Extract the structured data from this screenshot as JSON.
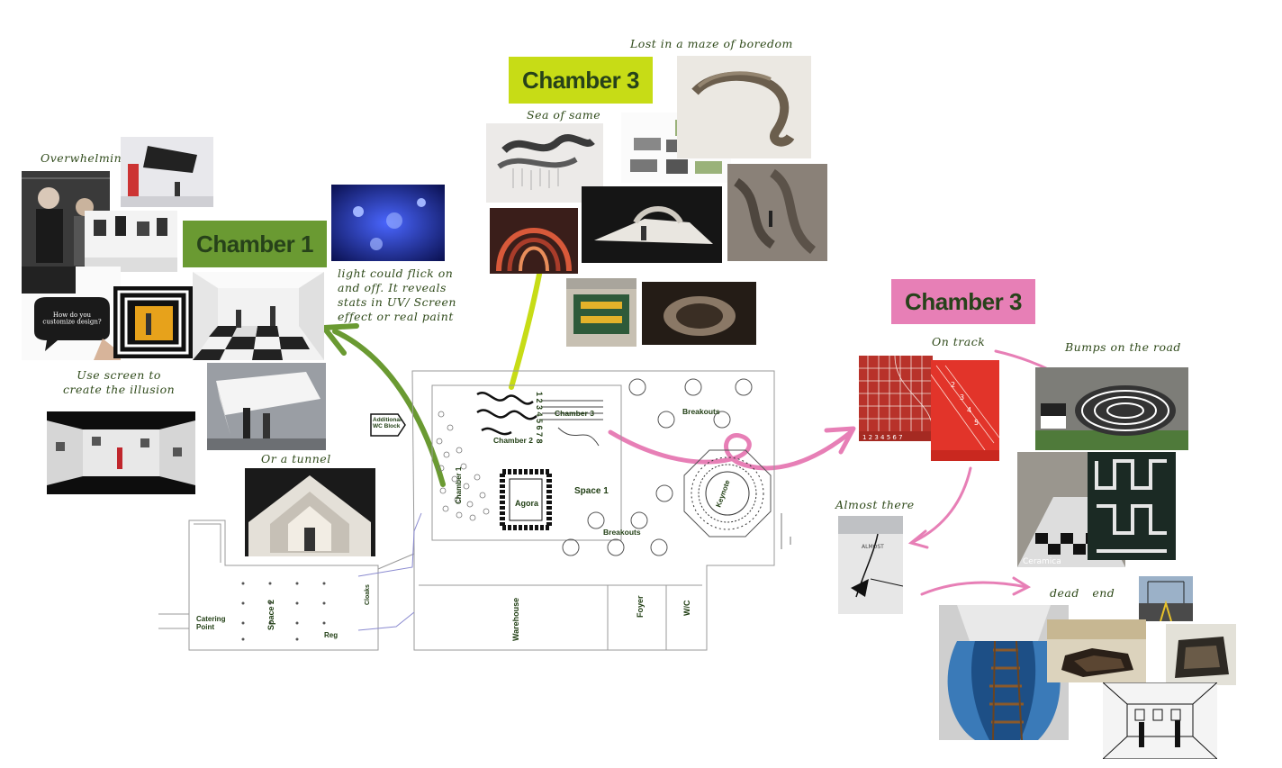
{
  "labels": {
    "chamber1": "Chamber 1",
    "chamber3_top": "Chamber 3",
    "chamber3_right": "Chamber 3"
  },
  "notes": {
    "overwhelming": "Overwhelming",
    "use_screen": "Use screen to\ncreate the illusion",
    "light_flick": "light could flick on\nand off. It reveals\nstats in UV/ Screen\neffect or real paint",
    "tunnel": "Or a tunnel",
    "sea_of_same": "Sea of same",
    "lost_maze": "Lost in a maze of boredom",
    "on_track": "On track",
    "bumps": "Bumps on the road",
    "almost_there": "Almost there",
    "dead_end": "dead end"
  },
  "plan": {
    "additional_wc": "Additional\nWC Block",
    "chamber1": "Chamber 1",
    "chamber2": "Chamber 2",
    "chamber3": "Chamber 3",
    "agora": "Agora",
    "space1": "Space 1",
    "space2": "Space 2",
    "breakouts_top": "Breakouts",
    "breakouts_bottom": "Breakouts",
    "keynote": "Keynote",
    "catering": "Catering\nPoint",
    "reg": "Reg",
    "cloaks": "Cloaks",
    "warehouse": "Warehouse",
    "foyer": "Foyer",
    "wc": "W/C",
    "numbers": "1 2 3 4 5 6 7 8"
  },
  "photos": {
    "speech_bubble_text": "How do you\ncustomize design?",
    "track_numbers": "1 2 3 4 5 6 7",
    "ceramica": "Ceramica",
    "almost": "ALMOST"
  },
  "colors": {
    "green_dark": "#6a9a32",
    "green_lime": "#c7dc16",
    "pink": "#e77fb6",
    "ink": "#27421a"
  }
}
